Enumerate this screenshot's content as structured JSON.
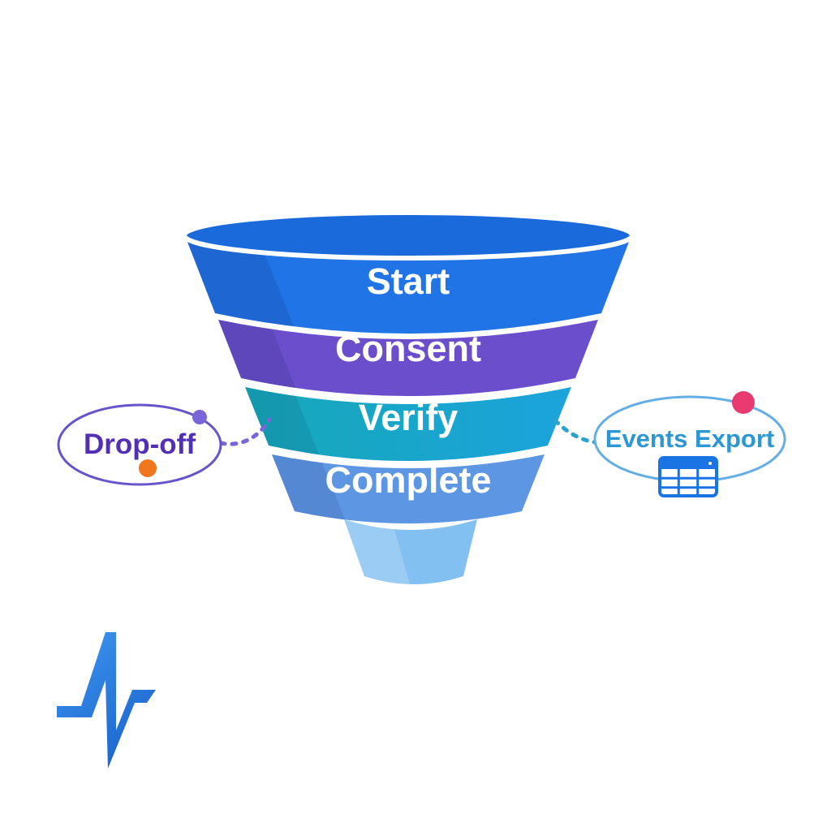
{
  "funnel": {
    "label_color": "#ffffff",
    "rim_color": "#1b6adc",
    "spout_color": "#82c0f2",
    "stages": [
      {
        "label": "Start",
        "color": "#2174e6"
      },
      {
        "label": "Consent",
        "color": "#6a4ecb"
      },
      {
        "label": "Verify",
        "color": "#18a6cb",
        "color_left": "#16a8b8",
        "color_right": "#1ba3dc"
      },
      {
        "label": "Complete",
        "color": "#5d96e3"
      }
    ]
  },
  "callouts": {
    "drop_off": {
      "label": "Drop-off",
      "text_color": "#5230b5",
      "ellipse_color": "#6753cb",
      "connector_color": "#7a65d9",
      "satellite_dot_color": "#7a65d9",
      "accent_dot_color": "#f2761d"
    },
    "events_export": {
      "label": "Events Export",
      "text_color": "#2d96d4",
      "ellipse_color": "#64aee6",
      "connector_color": "#2ba4cc",
      "accent_dot_color": "#ea3a72",
      "icon_color": "#1b74e4"
    }
  },
  "logo": {
    "name": "pulse-logo",
    "color_top": "#3f97f0",
    "color_bottom": "#1c66cf"
  }
}
